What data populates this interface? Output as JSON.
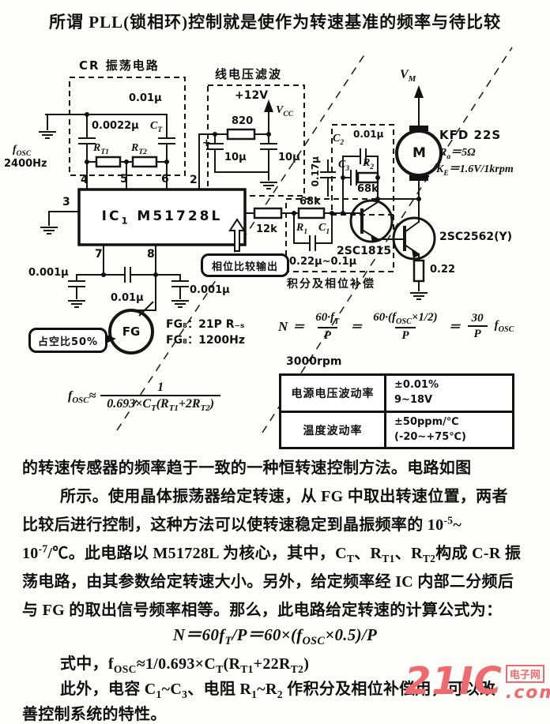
{
  "intro": {
    "line": "所谓 PLL(锁相环)控制就是使作为转速基准的频率与待比较"
  },
  "diagram": {
    "cr": {
      "title": "CR 振荡电路",
      "c_val1": "0.0022μ",
      "c_val2": "0.01μ",
      "c_name": "C_{T}",
      "rt1": "R_{T1}",
      "rt2": "R_{T2}",
      "fosc": "f_{OSC}",
      "fosc_val": "2400Hz",
      "pin4": "4",
      "pin5": "5",
      "pin6": "6"
    },
    "filter": {
      "title": "线电压滤波",
      "v12": "+12V",
      "vcc": "V_{CC}",
      "r820": "820",
      "cap_l": "10μ",
      "cap_r": "10μ",
      "plus": "+",
      "pin2": "2"
    },
    "ic": {
      "name": "IC_{1}  M51728L",
      "pin3": "3",
      "pin7": "7",
      "pin8": "8",
      "cap_l": "0.001μ",
      "cap_m": "0.01μ",
      "cap_r": "0.001μ"
    },
    "fg": {
      "name": "FG",
      "duty_callout": "占空比50%",
      "spec1": "FG₈：21P R₋ₛ",
      "spec2": "FG₈：1200Hz"
    },
    "phase": {
      "r12k": "12k",
      "callout": "相位比较输出"
    },
    "integ": {
      "title": "积分及相位补偿",
      "r68k": "68k",
      "r1": "R_{1}",
      "c1": "C_{1}",
      "c_range": "0.22μ~0.1μ",
      "q1": "2SC1815"
    },
    "fb": {
      "c2": "C_{2}",
      "c2_val": "0.01μ",
      "c3": "C_{3}",
      "r2": "R_{2}",
      "r2_val": "68k",
      "c017": "0.17μ"
    },
    "out": {
      "vm": "V_{M}",
      "m": "M",
      "model": "KFD 22S",
      "ra": "R_{a}＝5Ω",
      "ke": "K_{E}＝1.6V/1krpm",
      "q2": "2SC2562(Y)",
      "re": "0.22"
    },
    "fosc_formula": {
      "lhs": "f_{OSC}≈",
      "num": "1",
      "den": "0.693×C_{T}(R_{T1}+2R_{T2})"
    },
    "n_formula": {
      "n": "N",
      "eq": "＝",
      "f1n": "60·f_{T}",
      "f1d": "P",
      "f2n": "60·(f_{OSC}×1/2)",
      "f2d": "P",
      "f3n": "30",
      "f3d": "P",
      "tail": "f_{OSC}",
      "result": "3000rpm"
    },
    "table": {
      "rows": [
        {
          "label": "电源电压波动率",
          "v1": "±0.01%",
          "v2": "9~18V"
        },
        {
          "label": "温度波动率",
          "v1": "±50ppm/℃",
          "v2": "(-20~+75℃)"
        }
      ]
    }
  },
  "body": {
    "lines": [
      "的转速传感器的频率趋于一致的一种恒转速控制方法。电路如图",
      "所示。使用晶体振荡器给定转速，从 FG 中取出转速位置，两者",
      "比较后进行控制，这种方法可以使转速稳定到晶振频率的 10^{-5}~",
      "10^{-7}/℃。此电路以 M51728L 为核心，其中，C_{T}、R_{T1}、R_{T2}构成 C-R 振",
      "荡电路，由其参数给定转速大小。另外，给定频率经 IC 内部二分频后",
      "与 FG 的取出信号频率相等。那么，此电路给定转速的计算公式为：",
      "式中，f_{OSC}≈1/0.693×C_{T}(R_{T1}+22R_{T2})",
      "此外，电容 C_{1}~C_{3}、电阻 R_{1}~R_{2} 作积分及相位补偿用，可以改",
      "善控制系统的特性。"
    ],
    "formula": "N＝60f_{T}/P＝60×(f_{OSC}×0.5)/P"
  },
  "watermark": {
    "big": "21IC",
    "tag": "电子网",
    "dotcom": ".com"
  }
}
